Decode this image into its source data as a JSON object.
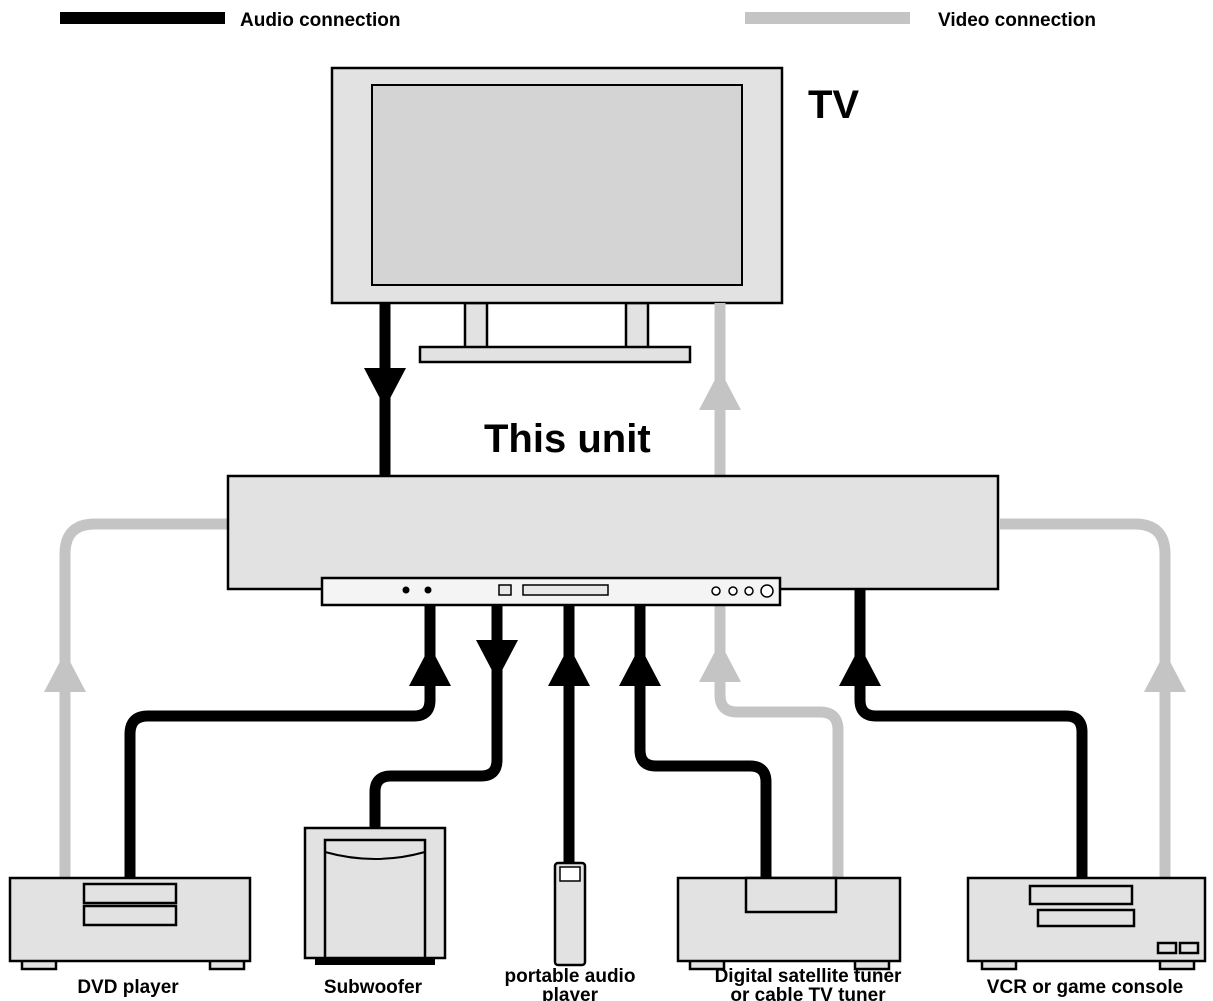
{
  "legend": {
    "audio_label": "Audio connection",
    "video_label": "Video connection",
    "audio_color": "#000000",
    "video_color": "#c4c4c4"
  },
  "tv_label": "TV",
  "unit_label": "This unit",
  "devices": {
    "dvd": "DVD player",
    "subwoofer": "Subwoofer",
    "portable_line1": "portable audio",
    "portable_line2": "player",
    "tuner_line1": "Digital satellite tuner",
    "tuner_line2": "or cable TV tuner",
    "vcr": "VCR or game console"
  },
  "colors": {
    "device_fill": "#e2e2e2",
    "outline": "#000000"
  }
}
